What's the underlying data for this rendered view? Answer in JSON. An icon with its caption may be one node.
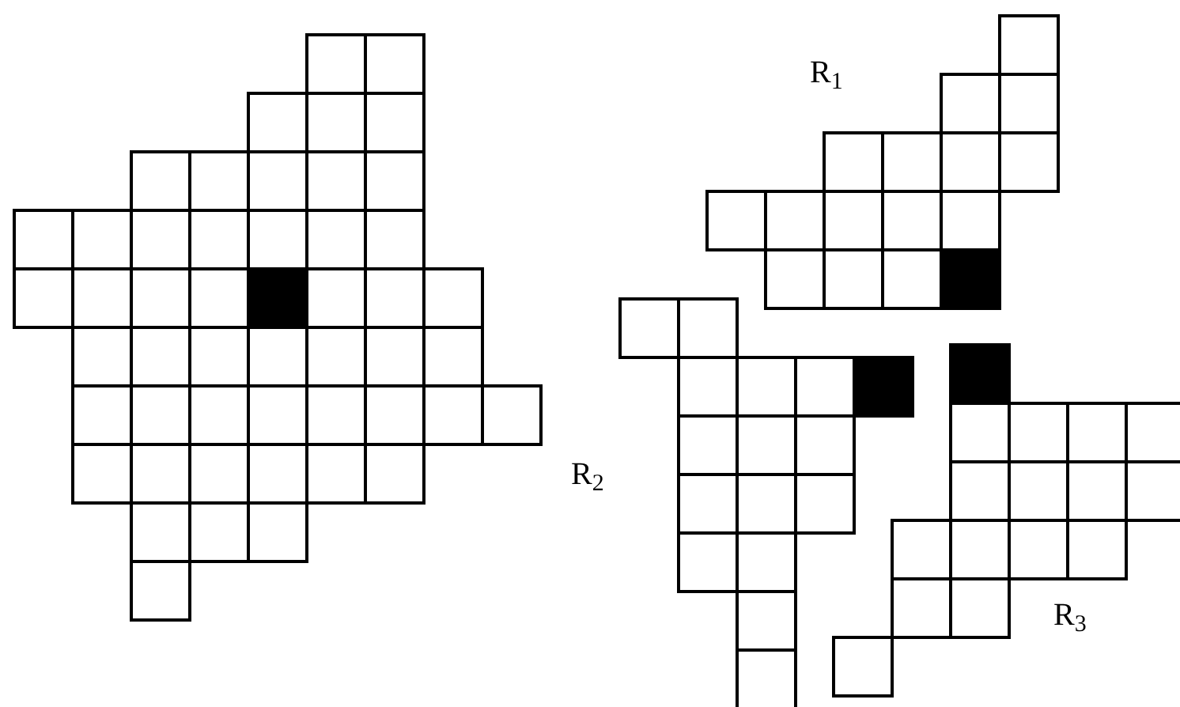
{
  "diagram": {
    "labels": [
      "R$_{1}$",
      "R$_{2}$",
      "R$_{3}$"
    ]
  }
}
